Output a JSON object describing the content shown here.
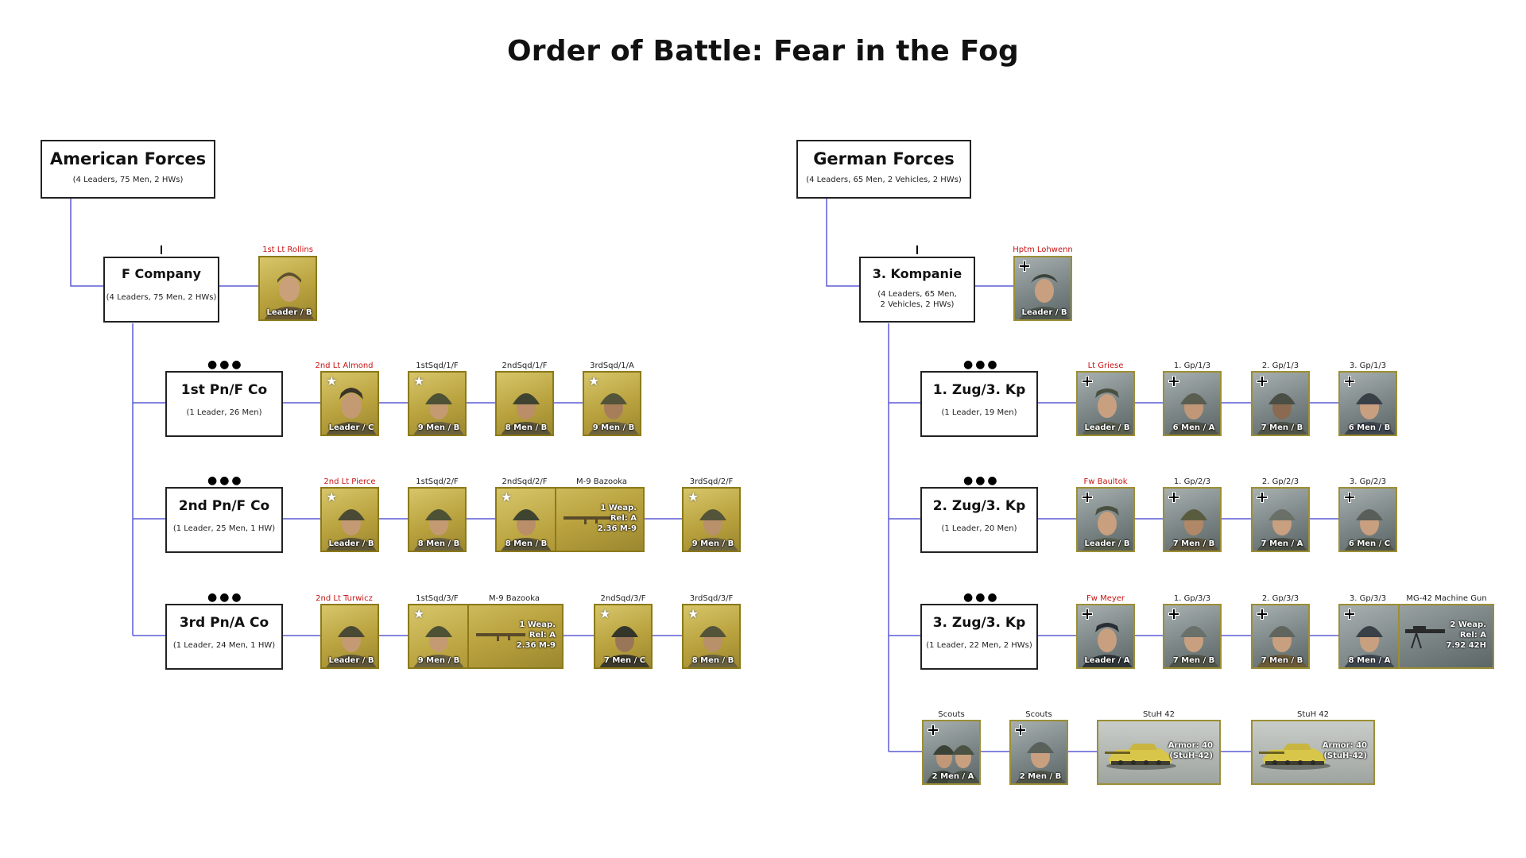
{
  "title": "Order of Battle: Fear in the Fog",
  "colors": {
    "line": "#5b5bd6",
    "us_counter": "#b9a23e",
    "de_counter": "#7b8585"
  },
  "american": {
    "header": {
      "title": "American Forces",
      "sub": "(4 Leaders, 75 Men, 2 HWs)"
    },
    "company": {
      "title": "F Company",
      "sub": "(4 Leaders, 75 Men, 2 HWs)"
    },
    "hq": {
      "label": "1st Lt Rollins",
      "cap": "Leader / B"
    },
    "platoons": [
      {
        "title": "1st Pn/F Co",
        "sub": "(1 Leader, 26 Men)",
        "units": [
          {
            "label": "2nd Lt Almond",
            "cap": "Leader / C"
          },
          {
            "label": "1stSqd/1/F",
            "cap": "9 Men / B"
          },
          {
            "label": "2ndSqd/1/F",
            "cap": "8 Men / B"
          },
          {
            "label": "3rdSqd/1/A",
            "cap": "9 Men / B"
          }
        ]
      },
      {
        "title": "2nd Pn/F Co",
        "sub": "(1 Leader, 25 Men, 1 HW)",
        "units": [
          {
            "label": "2nd Lt Pierce",
            "cap": "Leader / B"
          },
          {
            "label": "1stSqd/2/F",
            "cap": "8 Men / B"
          },
          {
            "label": "2ndSqd/2/F",
            "cap": "8 Men / B"
          },
          {
            "label": "M-9 Bazooka",
            "l1": "1 Weap.",
            "l2": "Rel: A",
            "l3": "2.36 M-9"
          },
          {
            "label": "3rdSqd/2/F",
            "cap": "9 Men / B"
          }
        ]
      },
      {
        "title": "3rd Pn/A Co",
        "sub": "(1 Leader, 24 Men, 1 HW)",
        "units": [
          {
            "label": "2nd Lt Turwicz",
            "cap": "Leader / B"
          },
          {
            "label": "1stSqd/3/F",
            "cap": "9 Men / B"
          },
          {
            "label": "M-9 Bazooka",
            "l1": "1 Weap.",
            "l2": "Rel: A",
            "l3": "2.36 M-9"
          },
          {
            "label": "2ndSqd/3/F",
            "cap": "7 Men / C"
          },
          {
            "label": "3rdSqd/3/F",
            "cap": "8 Men / B"
          }
        ]
      }
    ]
  },
  "german": {
    "header": {
      "title": "German Forces",
      "sub": "(4 Leaders, 65 Men, 2 Vehicles, 2 HWs)"
    },
    "company": {
      "title": "3. Kompanie",
      "sub1": "(4 Leaders, 65 Men,",
      "sub2": "2 Vehicles, 2 HWs)"
    },
    "hq": {
      "label": "Hptm Lohwenn",
      "cap": "Leader / B"
    },
    "platoons": [
      {
        "title": "1. Zug/3. Kp",
        "sub": "(1 Leader, 19 Men)",
        "units": [
          {
            "label": "Lt Griese",
            "cap": "Leader / B"
          },
          {
            "label": "1. Gp/1/3",
            "cap": "6 Men / A"
          },
          {
            "label": "2. Gp/1/3",
            "cap": "7 Men / B"
          },
          {
            "label": "3. Gp/1/3",
            "cap": "6 Men / B"
          }
        ]
      },
      {
        "title": "2. Zug/3. Kp",
        "sub": "(1 Leader, 20 Men)",
        "units": [
          {
            "label": "Fw Baultok",
            "cap": "Leader / B"
          },
          {
            "label": "1. Gp/2/3",
            "cap": "7 Men / B"
          },
          {
            "label": "2. Gp/2/3",
            "cap": "7 Men / A"
          },
          {
            "label": "3. Gp/2/3",
            "cap": "6 Men / C"
          }
        ]
      },
      {
        "title": "3. Zug/3. Kp",
        "sub": "(1 Leader, 22 Men, 2 HWs)",
        "units": [
          {
            "label": "Fw Meyer",
            "cap": "Leader / A"
          },
          {
            "label": "1. Gp/3/3",
            "cap": "7 Men / B"
          },
          {
            "label": "2. Gp/3/3",
            "cap": "7 Men / B"
          },
          {
            "label": "3. Gp/3/3",
            "cap": "8 Men / A"
          },
          {
            "label": "MG-42 Machine Gun",
            "l1": "2 Weap.",
            "l2": "Rel: A",
            "l3": "7.92 42H"
          }
        ]
      }
    ],
    "attached": [
      {
        "label": "Scouts",
        "cap": "2 Men / A"
      },
      {
        "label": "Scouts",
        "cap": "2 Men / B"
      },
      {
        "label": "StuH 42",
        "l1": "Armor: 40",
        "l2": "(StuH-42)"
      },
      {
        "label": "StuH 42",
        "l1": "Armor: 40",
        "l2": "(StuH-42)"
      }
    ]
  }
}
